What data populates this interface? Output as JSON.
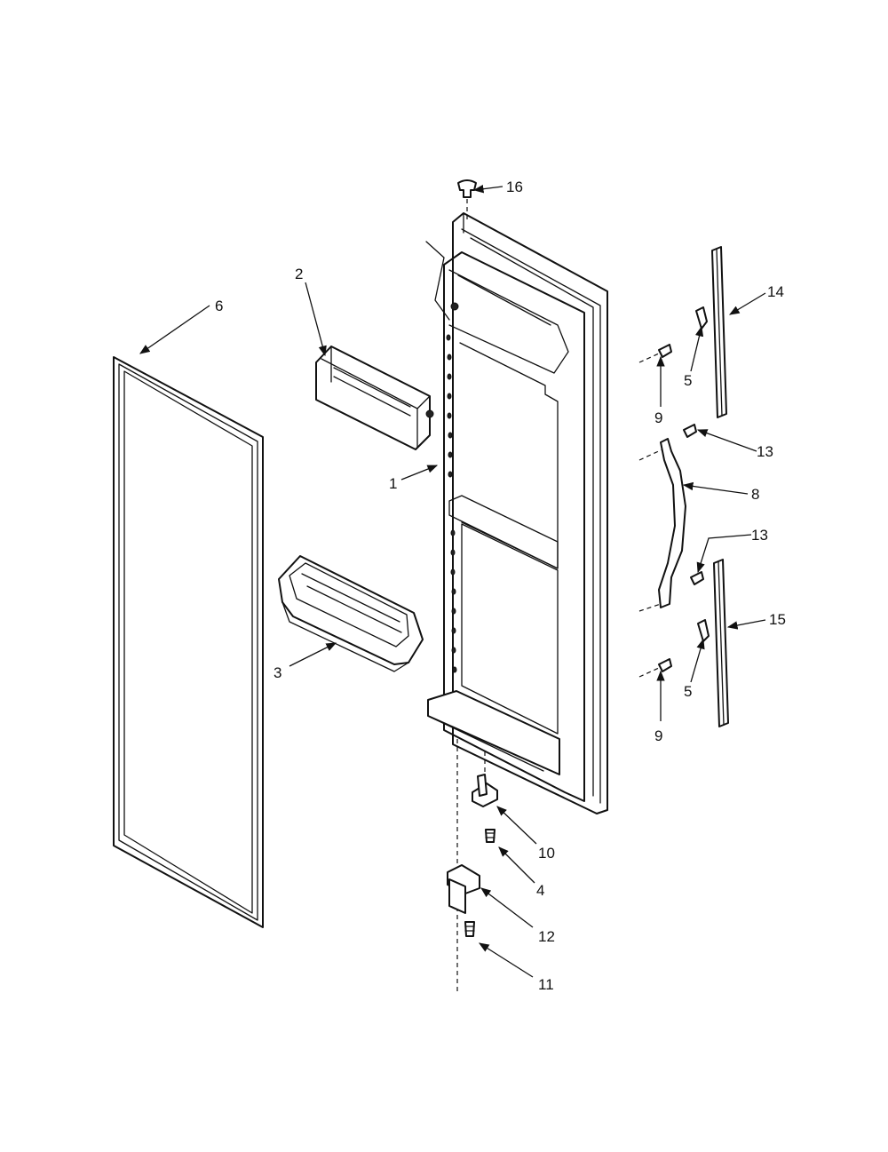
{
  "diagram": {
    "callouts": [
      {
        "id": "c1",
        "label": "1"
      },
      {
        "id": "c2",
        "label": "2"
      },
      {
        "id": "c3",
        "label": "3"
      },
      {
        "id": "c4",
        "label": "4"
      },
      {
        "id": "c5a",
        "label": "5"
      },
      {
        "id": "c5b",
        "label": "5"
      },
      {
        "id": "c6",
        "label": "6"
      },
      {
        "id": "c8",
        "label": "8"
      },
      {
        "id": "c9a",
        "label": "9"
      },
      {
        "id": "c9b",
        "label": "9"
      },
      {
        "id": "c10",
        "label": "10"
      },
      {
        "id": "c11",
        "label": "11"
      },
      {
        "id": "c12",
        "label": "12"
      },
      {
        "id": "c13a",
        "label": "13"
      },
      {
        "id": "c13b",
        "label": "13"
      },
      {
        "id": "c14",
        "label": "14"
      },
      {
        "id": "c15",
        "label": "15"
      },
      {
        "id": "c16",
        "label": "16"
      }
    ]
  }
}
